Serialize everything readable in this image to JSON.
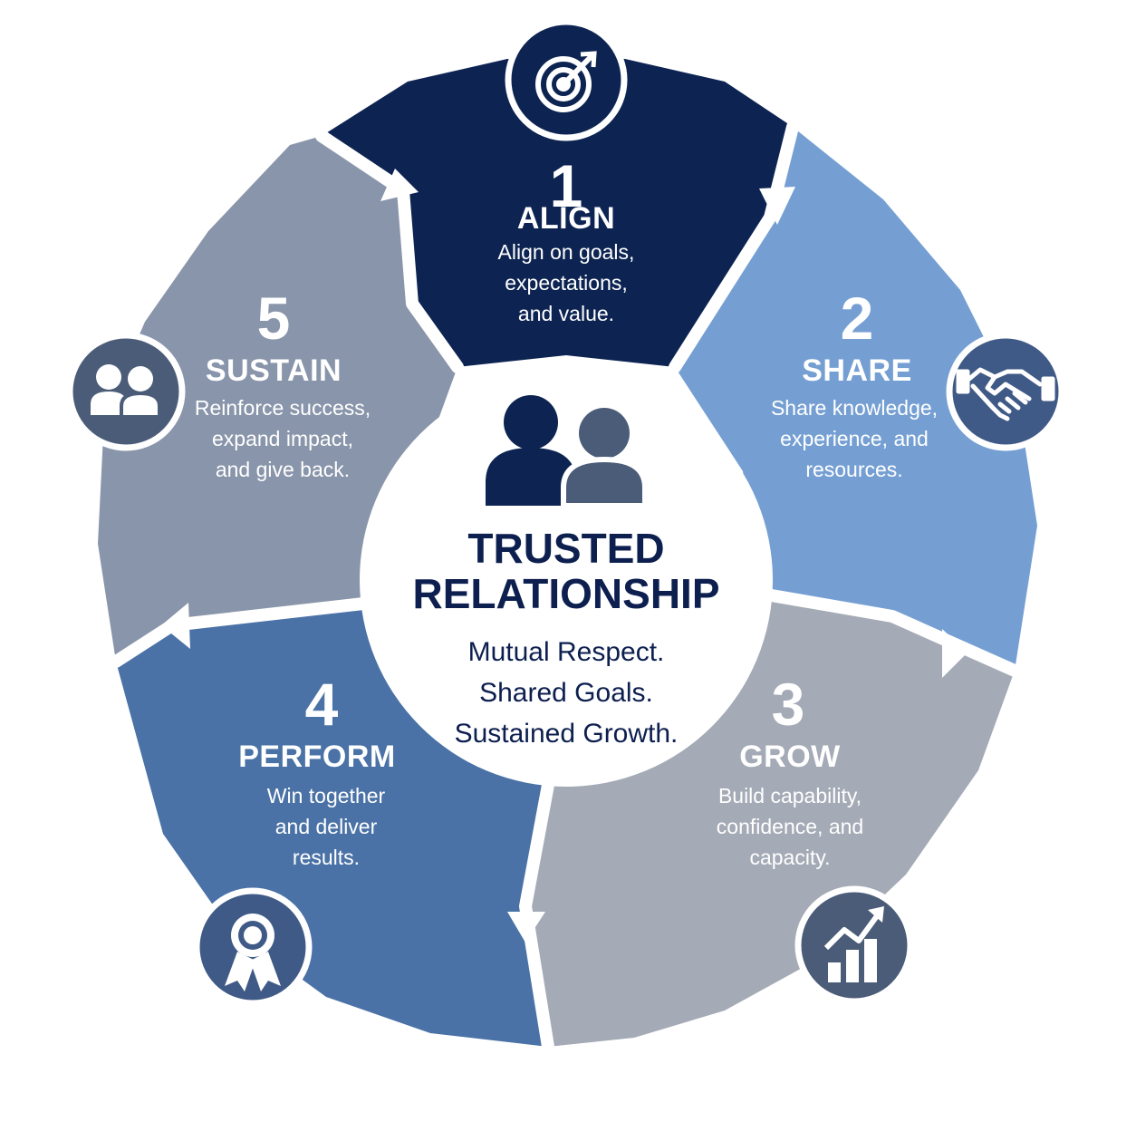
{
  "center": {
    "title_line1": "TRUSTED",
    "title_line2": "RELATIONSHIP",
    "tag1": "Mutual Respect.",
    "tag2": "Shared Goals.",
    "tag3": "Sustained Growth.",
    "icon": "two-people-icon"
  },
  "steps": [
    {
      "number": "1",
      "title": "ALIGN",
      "lines": [
        "Align on goals,",
        "expectations,",
        "and value."
      ],
      "icon": "target-icon",
      "color": "#0d2452"
    },
    {
      "number": "2",
      "title": "SHARE",
      "lines": [
        "Share knowledge,",
        "experience, and",
        "resources."
      ],
      "icon": "handshake-icon",
      "color": "#759fd3"
    },
    {
      "number": "3",
      "title": "GROW",
      "lines": [
        "Build capability,",
        "confidence, and",
        "capacity."
      ],
      "icon": "growth-chart-icon",
      "color": "#a4aab6"
    },
    {
      "number": "4",
      "title": "PERFORM",
      "lines": [
        "Win together",
        "and deliver",
        "results."
      ],
      "icon": "award-ribbon-icon",
      "color": "#4a72a6"
    },
    {
      "number": "5",
      "title": "SUSTAIN",
      "lines": [
        "Reinforce success,",
        "expand impact,",
        "and give back."
      ],
      "icon": "people-group-icon",
      "color": "#8995aa"
    }
  ]
}
